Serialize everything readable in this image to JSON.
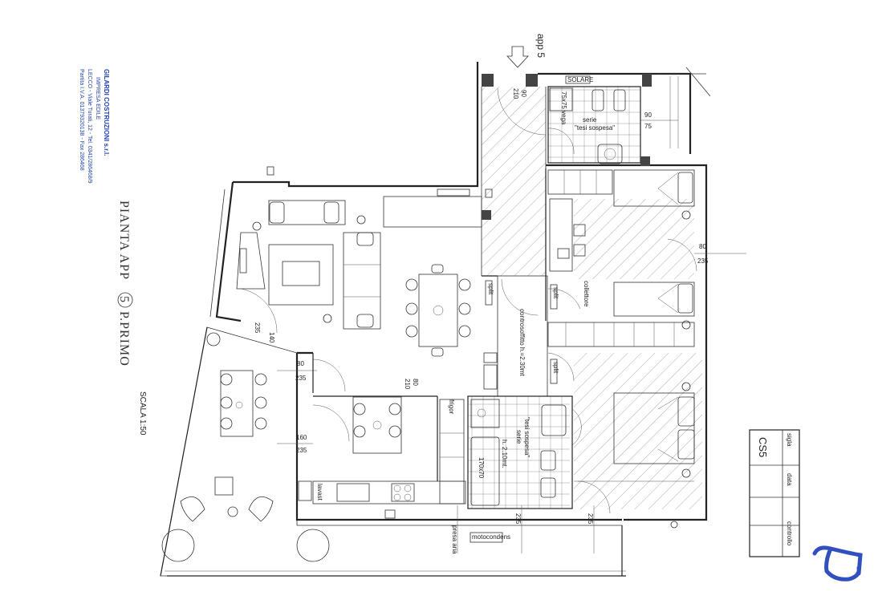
{
  "company": {
    "name": "GILARDI COSTRUZIONI s.r.l.",
    "type": "IMPRESA EDILE",
    "address": "LECCO - Viale Turati, 12 - Tel. 0341/286468/9",
    "vat": "Partita I.V.A. 01379320138 - Fax 286468"
  },
  "title": {
    "text_before": "PIANTA APP",
    "unit_number": "5",
    "text_after": "P.PRIMO",
    "scale": "SCALA 1:50"
  },
  "entrance": {
    "label": "app 5"
  },
  "rooms": {
    "bath1_shower": "75x75 vega",
    "bath1_series": "serie",
    "bath1_series_name": "\"tesi sospesa\"",
    "solar": "SOLARE",
    "collector": "collettore",
    "false_ceiling": "controsoffitto h.=2.30mt",
    "fridge": "frigor",
    "dishwasher": "lavast",
    "bath2_series": "serie",
    "bath2_series_name": "\"tesi sospesa\"",
    "bath2_height": "h. 2.10mt.",
    "tub": "170x70",
    "condenser": "motocondens",
    "air_intake": "presa aria",
    "split": "split"
  },
  "dimensions": {
    "entry_door": [
      "90",
      "210"
    ],
    "bath1_door": [
      "90",
      "75"
    ],
    "bedroom1_window": [
      "80",
      "235"
    ],
    "living_window1": [
      "235",
      "140"
    ],
    "living_window2": [
      "80",
      "235"
    ],
    "kitchen_window": [
      "160",
      "235"
    ],
    "kitchen_door": [
      "80",
      "210"
    ],
    "bath2_window": "235",
    "bedroom2_window": "235"
  },
  "title_block": {
    "code": "CS5",
    "rows": [
      "sigla",
      "data",
      "controllo"
    ]
  },
  "stamp": {
    "number": "5"
  }
}
